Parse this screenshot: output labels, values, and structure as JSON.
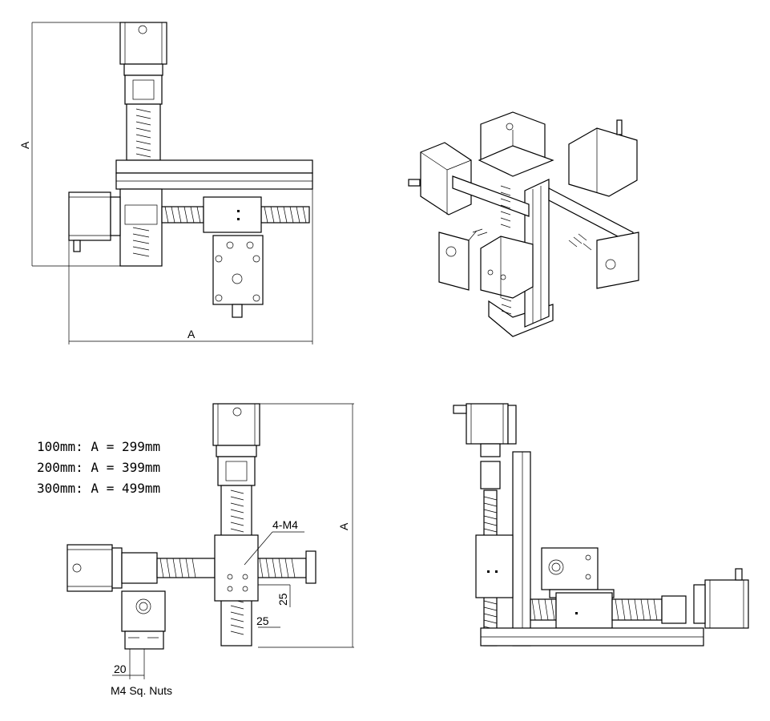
{
  "labels": {
    "dim_a": "A",
    "m4": "4-M4",
    "d25": "25",
    "d20": "20",
    "nuts": "M4 Sq. Nuts"
  },
  "table": [
    "100mm:  A  =  299mm",
    "200mm:  A  =  399mm",
    "300mm:  A  =  499mm"
  ]
}
